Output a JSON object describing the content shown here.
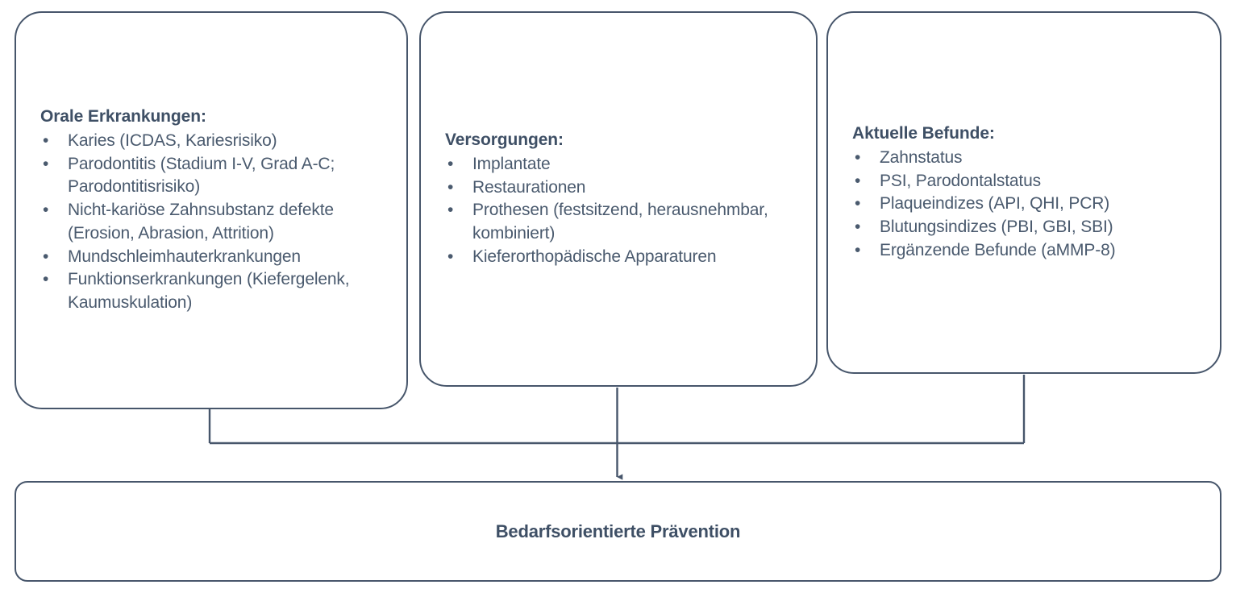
{
  "diagram": {
    "title": "Bedarfsorientierte Prävention",
    "accent_color": "#47566b",
    "heading_color": "#3e4f65",
    "body_color": "#4a5a6e",
    "background_color": "#ffffff",
    "bullet_glyph": "•"
  },
  "boxes": [
    {
      "id": "orale-erkrankungen",
      "heading": "Orale Erkrankungen:",
      "items": [
        "Karies (ICDAS, Kariesrisiko)",
        "Parodontitis (Stadium I-V, Grad A-C; Parodontitisrisiko)",
        "Nicht-kariöse Zahnsubstanz defekte (Erosion, Abrasion, Attrition)",
        "Mundschleimhauterkrankungen",
        "Funktionserkrankungen (Kiefergelenk, Kaumuskulation)"
      ]
    },
    {
      "id": "versorgungen",
      "heading": "Versorgungen:",
      "items": [
        "Implantate",
        "Restaurationen",
        "Prothesen (festsitzend, herausnehmbar, kombiniert)",
        "Kieferorthopädische Apparaturen"
      ]
    },
    {
      "id": "aktuelle-befunde",
      "heading": "Aktuelle Befunde:",
      "items": [
        "Zahnstatus",
        "PSI, Parodontalstatus",
        "Plaqueindizes (API, QHI, PCR)",
        "Blutungsindizes (PBI, GBI, SBI)",
        "Ergänzende Befunde (aMMP-8)"
      ]
    }
  ],
  "result": {
    "label": "Bedarfsorientierte Prävention"
  }
}
